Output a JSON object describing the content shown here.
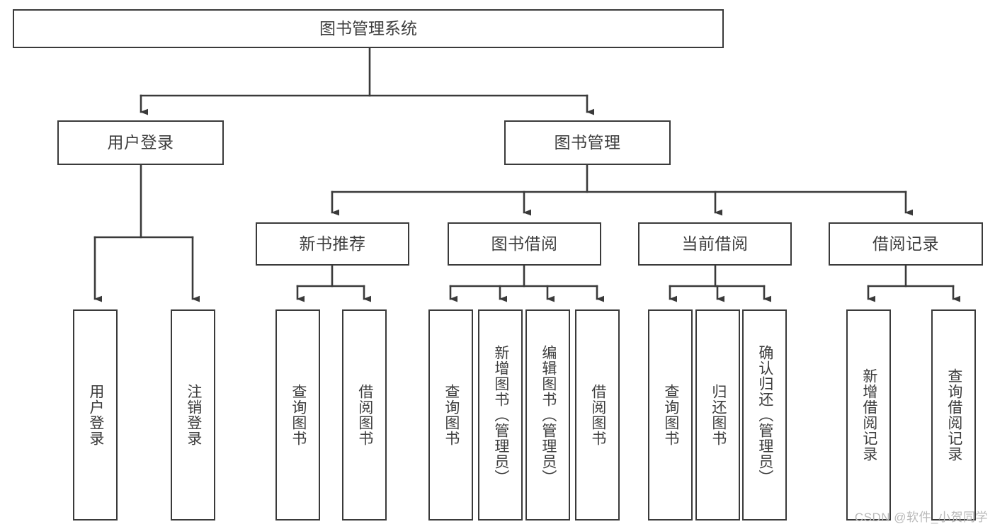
{
  "diagram": {
    "title": "图书管理系统",
    "type": "tree-hierarchy",
    "watermark": "CSDN @软件_小贺同学",
    "colors": {
      "stroke": "#3a3a3a",
      "text": "#3d3d3d",
      "background": "#ffffff",
      "watermark": "#b9b9b9"
    },
    "root": {
      "label": "图书管理系统"
    },
    "level1": [
      {
        "label": "用户登录"
      },
      {
        "label": "图书管理"
      }
    ],
    "level2": [
      {
        "label": "新书推荐"
      },
      {
        "label": "图书借阅"
      },
      {
        "label": "当前借阅"
      },
      {
        "label": "借阅记录"
      }
    ],
    "leaves": {
      "user_login": [
        {
          "label": "用户登录"
        },
        {
          "label": "注销登录"
        }
      ],
      "new_book_recommend": [
        {
          "label": "查询图书"
        },
        {
          "label": "借阅图书"
        }
      ],
      "book_borrow": [
        {
          "label": "查询图书"
        },
        {
          "label": "新增图书（管理员）"
        },
        {
          "label": "编辑图书（管理员）"
        },
        {
          "label": "借阅图书"
        }
      ],
      "current_borrow": [
        {
          "label": "查询图书"
        },
        {
          "label": "归还图书"
        },
        {
          "label": "确认归还（管理员）"
        }
      ],
      "borrow_record": [
        {
          "label": "新增借阅记录"
        },
        {
          "label": "查询借阅记录"
        }
      ]
    }
  }
}
